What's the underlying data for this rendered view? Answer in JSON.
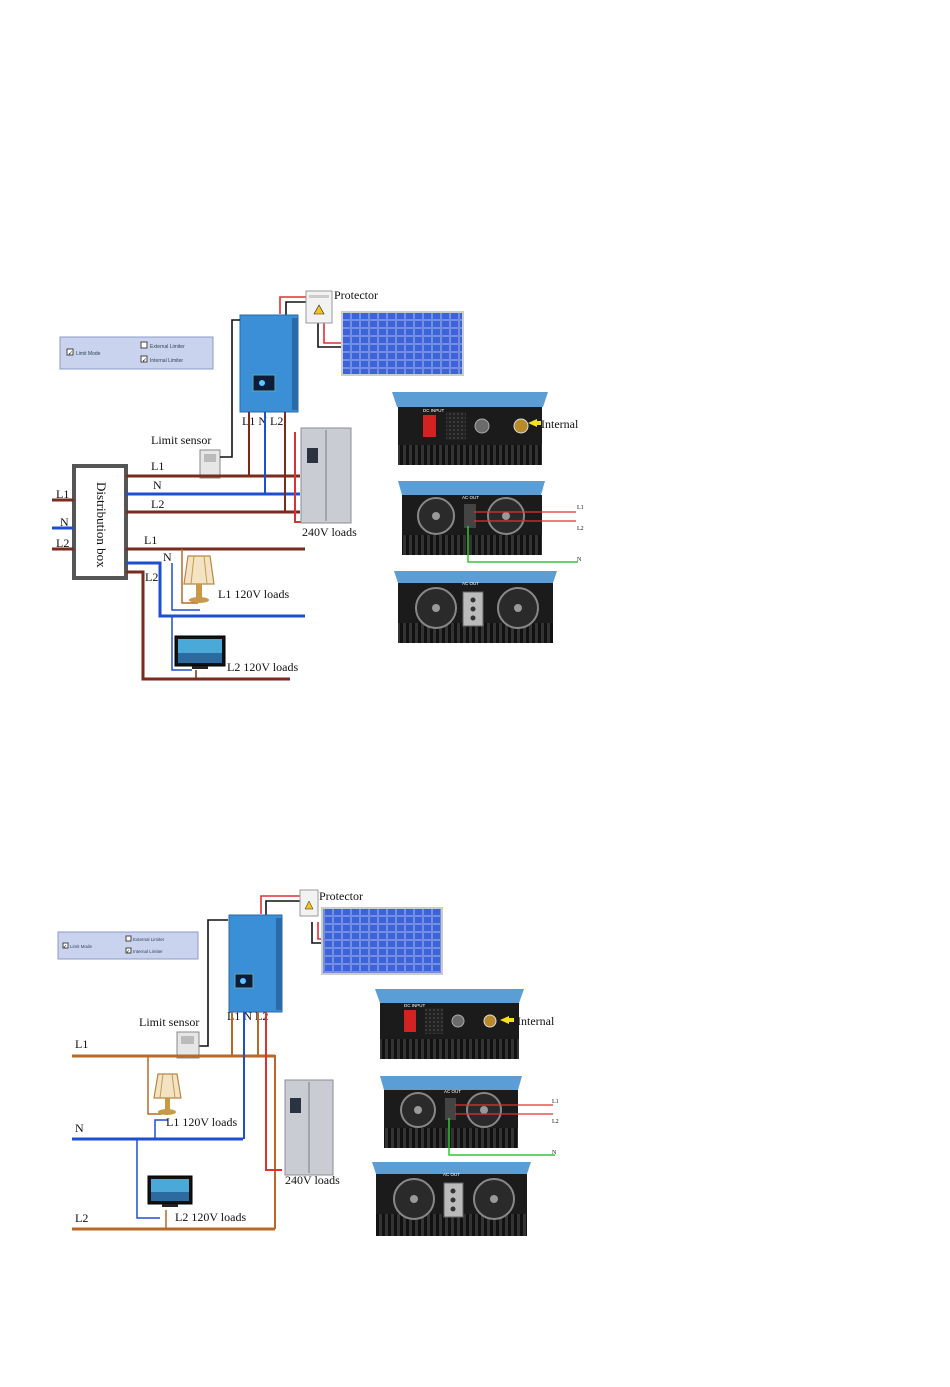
{
  "diagram1": {
    "settings_panel": {
      "limit_mode": "Limit Mode",
      "external_limiter": "External Limiter",
      "internal_limiter": "Internal Limiter"
    },
    "protector_label": "Protector",
    "inverter_terminals": "L1 N L2",
    "limit_sensor_label": "Limit sensor",
    "box_label": "Distribution box",
    "line_labels": {
      "box_l1": "L1",
      "box_n": "N",
      "box_l2": "L2",
      "top_l1": "L1",
      "top_n": "N",
      "top_l2": "L2",
      "mid_l1": "L1",
      "mid_n": "N",
      "mid_l2": "L2"
    },
    "loads": {
      "l240": "240V loads",
      "l1_120": "L1 120V loads",
      "l2_120": "L2 120V loads"
    },
    "photos": {
      "dc_input": "DC INPUT",
      "internal": "Internal",
      "ac_out": "AC OUT",
      "ac_out2": "AC OUT",
      "out_l1": "L1",
      "out_l2": "L2",
      "out_n": "N"
    }
  },
  "diagram2": {
    "settings_panel": {
      "limit_mode": "Limit Mode",
      "external_limiter": "External Limiter",
      "internal_limiter": "Internal Limiter"
    },
    "protector_label": "Protector",
    "inverter_terminals": "L1 N L2",
    "limit_sensor_label": "Limit sensor",
    "line_labels": {
      "l1": "L1",
      "n": "N",
      "l2": "L2"
    },
    "loads": {
      "l240": "240V loads",
      "l1_120": "L1 120V loads",
      "l2_120": "L2 120V loads"
    },
    "photos": {
      "dc_input": "DC INPUT",
      "internal": "Internal",
      "ac_out": "AC OUT",
      "ac_out2": "AC OUT",
      "out_l1": "L1",
      "out_l2": "L2",
      "out_n": "N"
    }
  },
  "colors": {
    "brown": "#7a2a1e",
    "blue": "#1f4fd1",
    "red": "#e03030",
    "orange": "#b8692a",
    "inverter": "#3a8bd0",
    "panel": "#2c4fc8",
    "green": "#36c33a"
  }
}
